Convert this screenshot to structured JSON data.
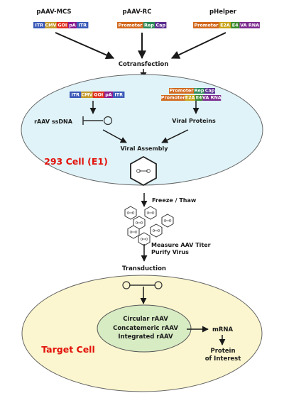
{
  "plasmids": {
    "mcs": {
      "title": "pAAV-MCS",
      "segments": [
        "ITR",
        "CMV",
        "GOI",
        "pA",
        "ITR"
      ]
    },
    "rc": {
      "title": "pAAV-RC",
      "segments": [
        "Promoter",
        "Rep",
        "Cap"
      ]
    },
    "helper": {
      "title": "pHelper",
      "segments": [
        "Promoter",
        "E2A",
        "E4",
        "VA RNA"
      ]
    }
  },
  "steps": {
    "cotransfection": "Cotransfection",
    "freeze_thaw": "Freeze / Thaw",
    "measure_titer": "Measure AAV Titer",
    "purify": "Purify Virus",
    "transduction": "Transduction"
  },
  "cell1": {
    "name": "293 Cell (E1)",
    "rAAV": "rAAV ssDNA",
    "viral_proteins": "Viral Proteins",
    "assembly": "Viral Assembly"
  },
  "cell2": {
    "name": "Target Cell",
    "nucleus_lines": [
      "Circular rAAV",
      "Concatemeric rAAV",
      "Integrated rAAV"
    ],
    "mrna": "mRNA",
    "protein_lines": [
      "Protein",
      "of Interest"
    ]
  },
  "colors": {
    "ITR": "#3a59b8",
    "CMV": "#c49a2a",
    "GOI": "#e0301e",
    "pA": "#8e1b8e",
    "Promoter": "#d2691e",
    "Rep": "#2e8b57",
    "Cap": "#5c2d91",
    "E2A": "#c8a317",
    "E4": "#3c8a2e",
    "VA RNA": "#7b2a8f",
    "cell_fill": "#dff3f8",
    "target_fill": "#fbf6cf",
    "nucleus_fill": "#d8ecc4",
    "cell_name": "#e3120b"
  }
}
